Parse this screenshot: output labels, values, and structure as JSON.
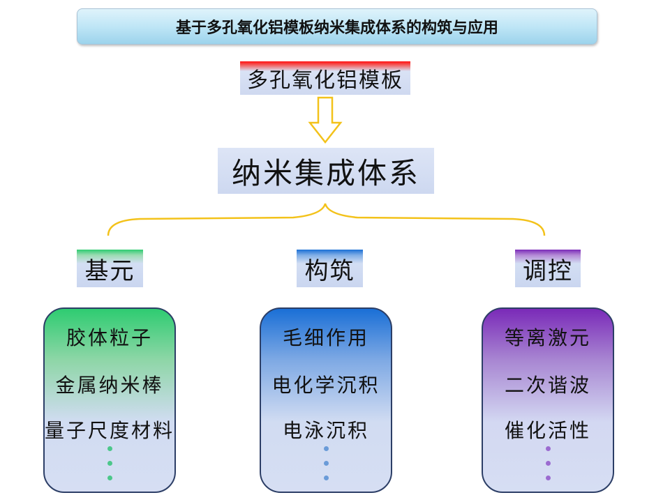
{
  "title": "基于多孔氧化铝模板纳米集成体系的构筑与应用",
  "source": "多孔氧化铝模板",
  "system": "纳米集成体系",
  "colors": {
    "arrow": "#f3c21a",
    "connector": "#f3c21a",
    "green": "#2ecc71",
    "blue": "#1a6fd6",
    "purple": "#7a2ab8"
  },
  "categories": [
    {
      "label": "基元",
      "items": [
        "胶体粒子",
        "金属纳米棒",
        "量子尺度材料"
      ]
    },
    {
      "label": "构筑",
      "items": [
        "毛细作用",
        "电化学沉积",
        "电泳沉积"
      ]
    },
    {
      "label": "调控",
      "items": [
        "等离激元",
        "二次谐波",
        "催化活性"
      ]
    }
  ]
}
